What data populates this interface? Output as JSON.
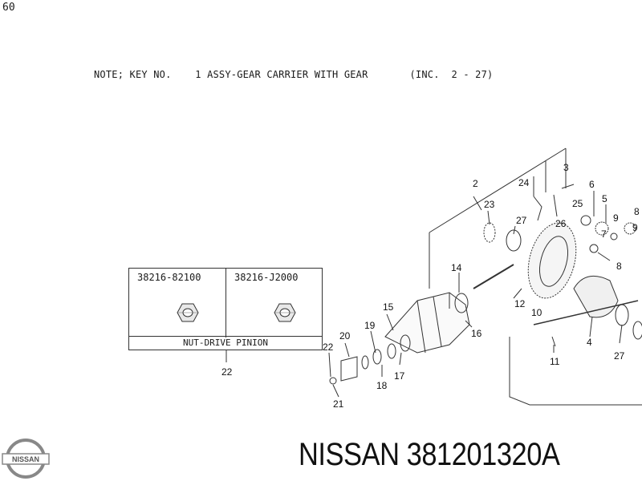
{
  "page_number": "60",
  "note": "NOTE; KEY NO.    1 ASSY-GEAR CARRIER WITH GEAR       (INC.  2 - 27)",
  "table": {
    "parts": [
      "38216-82100",
      "38216-J2000"
    ],
    "caption": "NUT-DRIVE PINION",
    "key": "22"
  },
  "callouts": [
    "2",
    "3",
    "4",
    "5",
    "6",
    "7",
    "8",
    "9",
    "10",
    "11",
    "12",
    "14",
    "15",
    "16",
    "17",
    "18",
    "19",
    "20",
    "21",
    "22",
    "23",
    "24",
    "25",
    "26",
    "27",
    "27"
  ],
  "brand": "NISSAN 381201320A",
  "logo_text": "NISSAN"
}
